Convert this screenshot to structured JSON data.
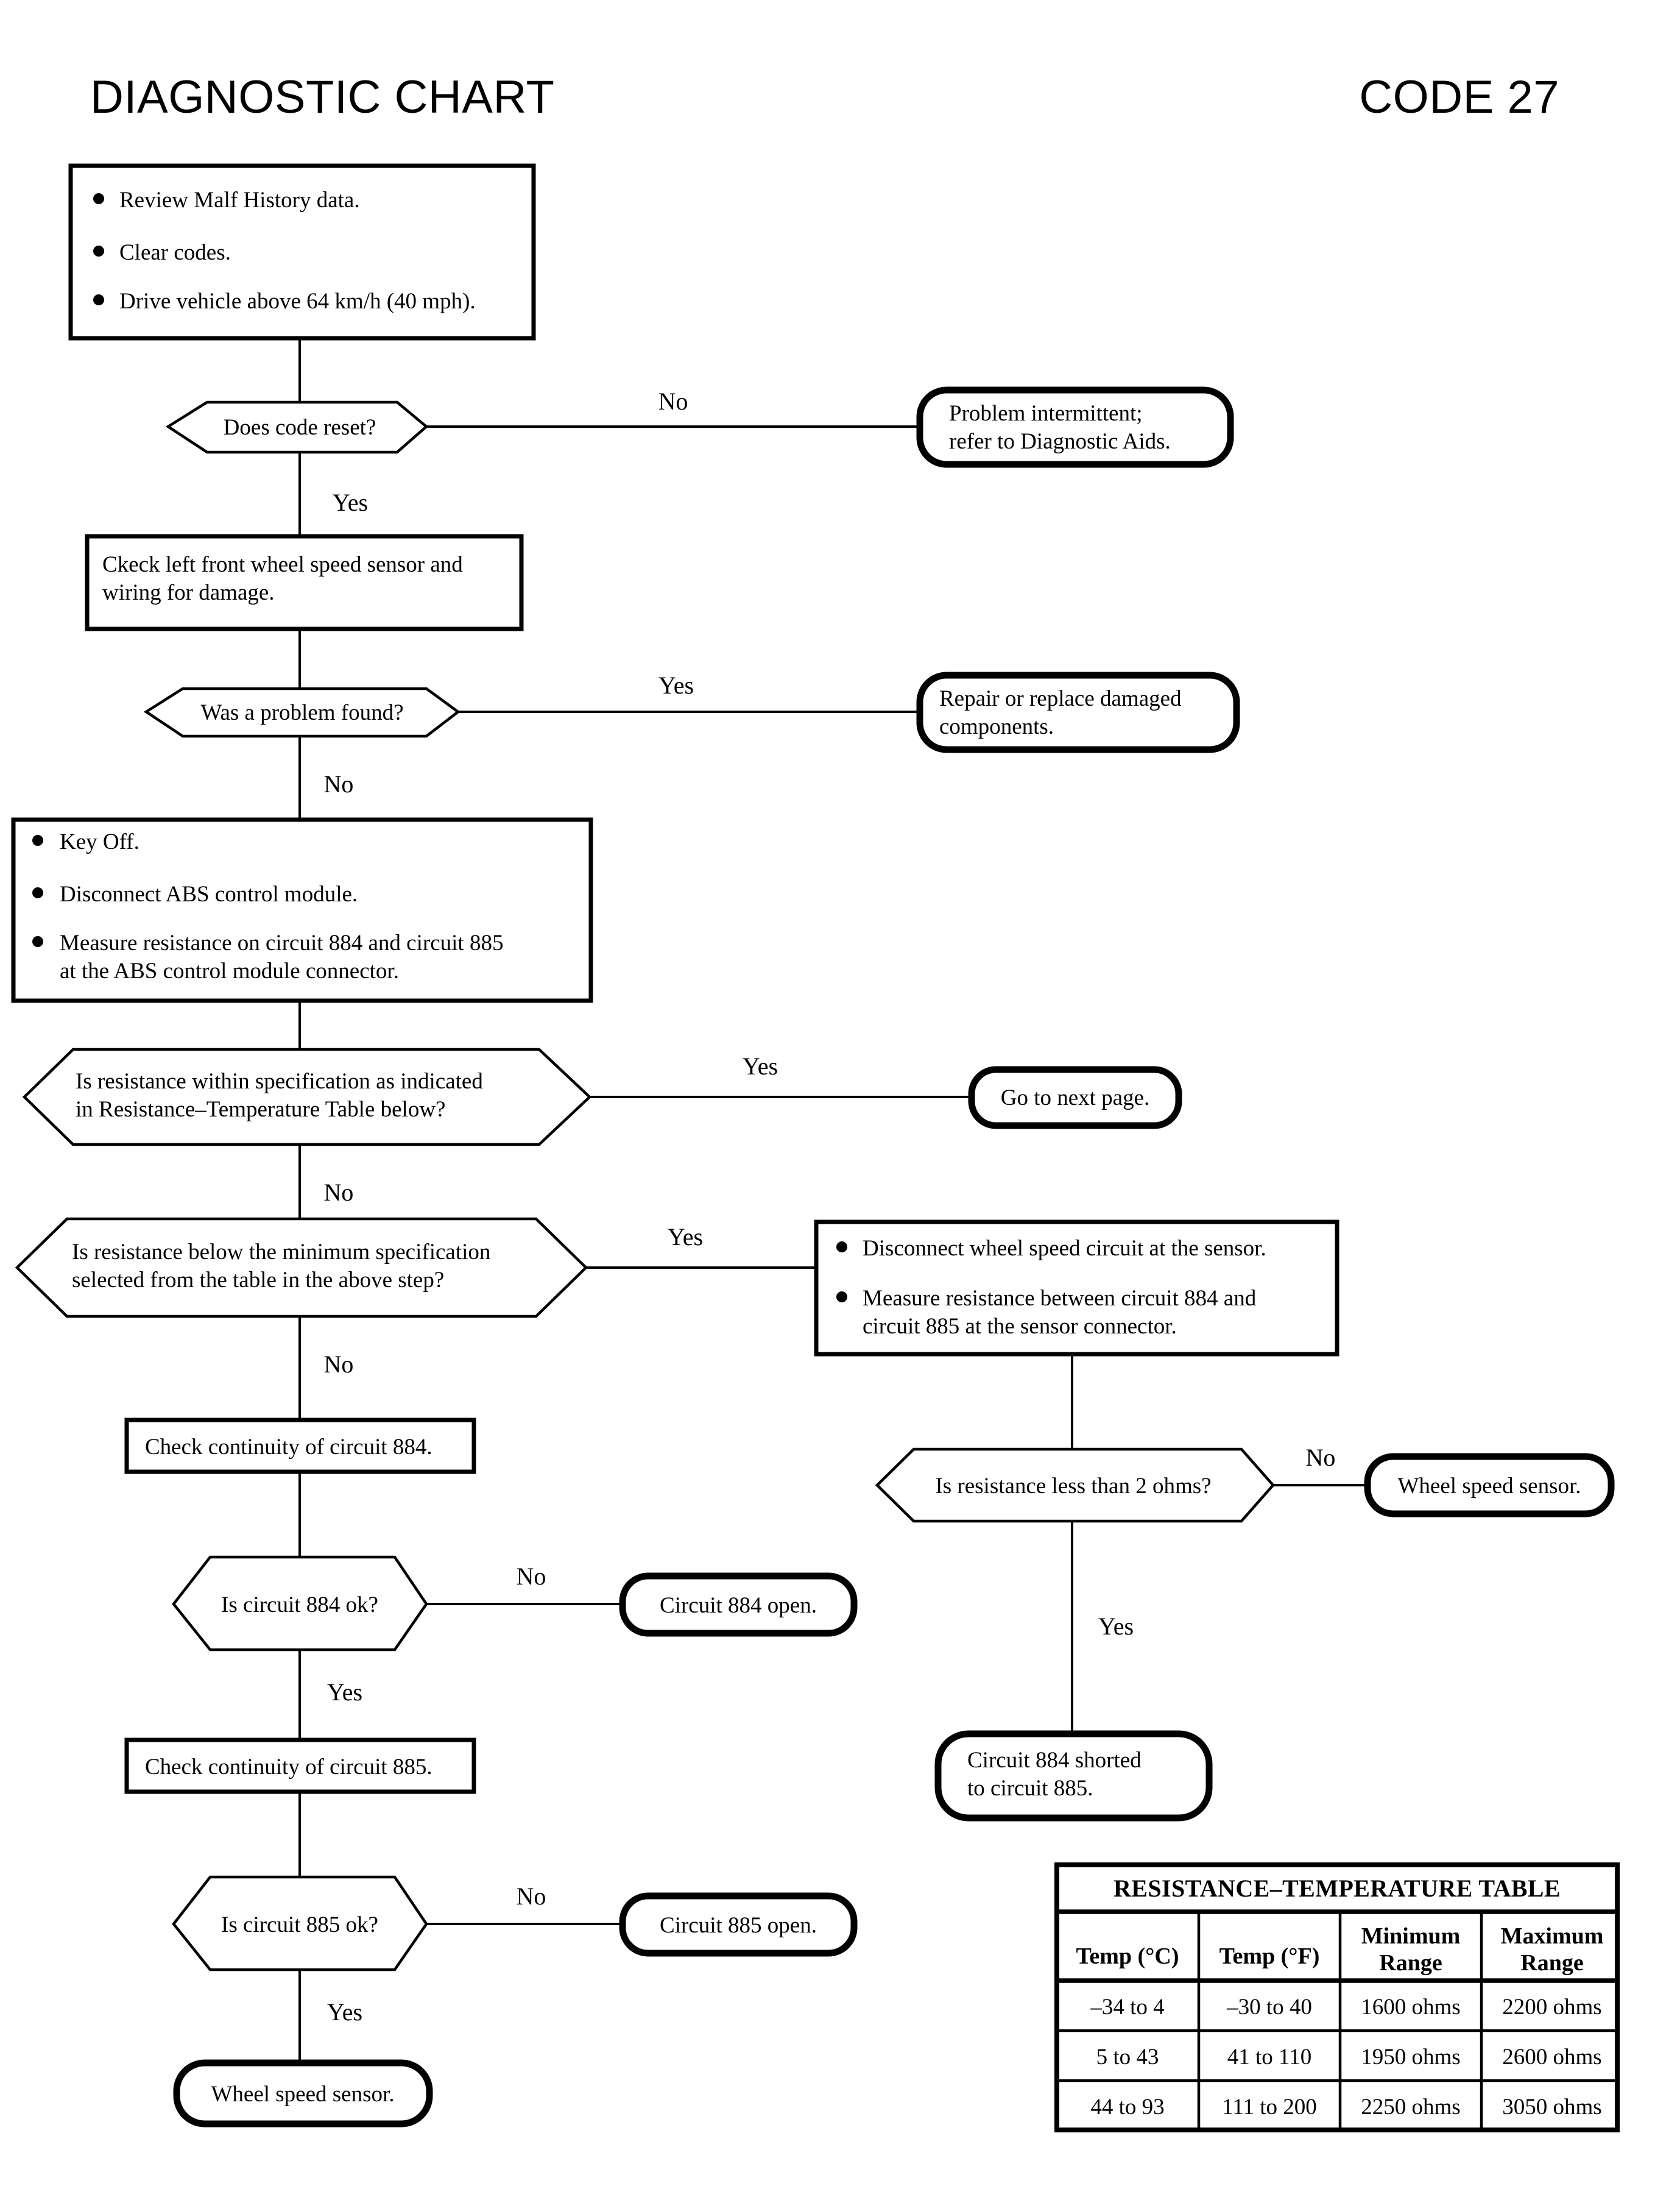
{
  "header": {
    "title": "DIAGNOSTIC CHART",
    "code": "CODE 27"
  },
  "nodes": {
    "start_steps": {
      "type": "process",
      "bullets": [
        "Review Malf History data.",
        "Clear codes.",
        "Drive vehicle above 64 km/h (40 mph)."
      ]
    },
    "q_code_reset": {
      "type": "decision",
      "text": "Does code reset?"
    },
    "t_intermittent": {
      "type": "terminal",
      "lines": [
        "Problem intermittent;",
        "refer to Diagnostic Aids."
      ]
    },
    "p_check_sensor": {
      "type": "process",
      "lines": [
        "Ckeck left front wheel speed sensor and",
        "wiring for damage."
      ]
    },
    "q_problem_found": {
      "type": "decision",
      "text": "Was a problem found?"
    },
    "t_repair": {
      "type": "terminal",
      "lines": [
        "Repair or replace damaged",
        "components."
      ]
    },
    "p_key_off": {
      "type": "process",
      "bullets": [
        "Key Off.",
        "Disconnect ABS control module.",
        "Measure resistance on circuit 884 and circuit 885|at the ABS control module connector."
      ]
    },
    "q_within_spec": {
      "type": "decision",
      "lines": [
        "Is resistance within specification as indicated",
        "in Resistance–Temperature Table below?"
      ]
    },
    "t_next_page": {
      "type": "terminal",
      "lines": [
        "Go to next page."
      ]
    },
    "q_below_min": {
      "type": "decision",
      "lines": [
        "Is resistance below the minimum specification",
        "selected from the table in the above step?"
      ]
    },
    "p_disconnect_sensor": {
      "type": "process",
      "bullets": [
        "Disconnect wheel speed circuit at the sensor.",
        "Measure resistance between circuit 884 and|circuit 885 at the sensor connector."
      ]
    },
    "q_less_2_ohms": {
      "type": "decision",
      "text": "Is resistance less than 2 ohms?"
    },
    "t_wheel_sensor_right": {
      "type": "terminal",
      "lines": [
        "Wheel speed sensor."
      ]
    },
    "t_shorted": {
      "type": "terminal",
      "lines": [
        "Circuit 884 shorted",
        "to circuit 885."
      ]
    },
    "p_cont_884": {
      "type": "process",
      "lines": [
        "Check continuity of circuit 884."
      ]
    },
    "q_884_ok": {
      "type": "decision",
      "text": "Is circuit 884 ok?"
    },
    "t_884_open": {
      "type": "terminal",
      "lines": [
        "Circuit 884 open."
      ]
    },
    "p_cont_885": {
      "type": "process",
      "lines": [
        "Check continuity of circuit 885."
      ]
    },
    "q_885_ok": {
      "type": "decision",
      "text": "Is circuit 885 ok?"
    },
    "t_885_open": {
      "type": "terminal",
      "lines": [
        "Circuit 885 open."
      ]
    },
    "t_wheel_sensor_bottom": {
      "type": "terminal",
      "lines": [
        "Wheel speed sensor."
      ]
    }
  },
  "branch_labels": {
    "code_reset_no": "No",
    "code_reset_yes": "Yes",
    "problem_found_yes": "Yes",
    "problem_found_no": "No",
    "within_spec_yes": "Yes",
    "within_spec_no": "No",
    "below_min_yes": "Yes",
    "below_min_no": "No",
    "less_2_ohms_no": "No",
    "less_2_ohms_yes": "Yes",
    "c884_ok_no": "No",
    "c884_ok_yes": "Yes",
    "c885_ok_no": "No",
    "c885_ok_yes": "Yes"
  },
  "chart_data": {
    "type": "table",
    "title": "RESISTANCE–TEMPERATURE TABLE",
    "columns": [
      "Temp (°C)",
      "Temp (°F)",
      "Minimum Range",
      "Maximum Range"
    ],
    "column_lines": [
      [
        "Temp (°C)"
      ],
      [
        "Temp (°F)"
      ],
      [
        "Minimum",
        "Range"
      ],
      [
        "Maximum",
        "Range"
      ]
    ],
    "rows": [
      [
        "–34 to 4",
        "–30 to 40",
        "1600 ohms",
        "2200 ohms"
      ],
      [
        "5 to 43",
        "41 to 110",
        "1950 ohms",
        "2600 ohms"
      ],
      [
        "44 to 93",
        "111 to 200",
        "2250 ohms",
        "3050 ohms"
      ]
    ]
  },
  "colors": {
    "ink": "#000000",
    "paper": "#ffffff"
  }
}
